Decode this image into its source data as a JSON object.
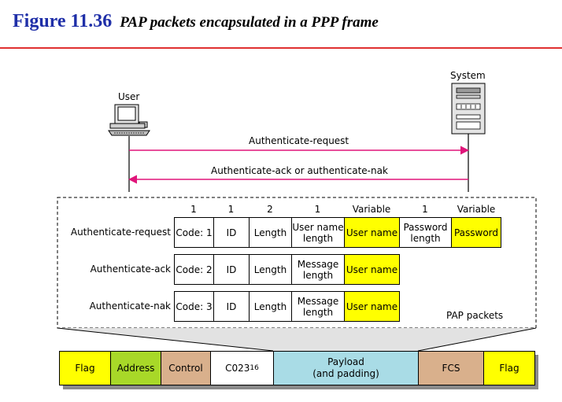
{
  "title": {
    "figure": "Figure 11.36",
    "caption": "PAP packets encapsulated in a PPP frame"
  },
  "endpoints": {
    "user": "User",
    "system": "System"
  },
  "messages": {
    "request": "Authenticate-request",
    "reply": "Authenticate-ack or authenticate-nak"
  },
  "field_sizes": [
    "1",
    "1",
    "2",
    "1",
    "Variable",
    "1",
    "Variable"
  ],
  "packets": [
    {
      "name": "Authenticate-request",
      "fields": [
        "Code: 1",
        "ID",
        "Length",
        "User name\nlength",
        "User name",
        "Password\nlength",
        "Password"
      ]
    },
    {
      "name": "Authenticate-ack",
      "fields": [
        "Code: 2",
        "ID",
        "Length",
        "Message\nlength",
        "User name"
      ]
    },
    {
      "name": "Authenticate-nak",
      "fields": [
        "Code: 3",
        "ID",
        "Length",
        "Message\nlength",
        "User name"
      ]
    }
  ],
  "pap_label": "PAP packets",
  "frame": {
    "flag": "Flag",
    "address": "Address",
    "control": "Control",
    "protocol": "C023",
    "protocol_sub": "16",
    "payload": "Payload\n(and padding)",
    "fcs": "FCS",
    "flag_end": "Flag"
  },
  "colors": {
    "arrow": "#e0157a",
    "title_blue": "#1f2fa8",
    "rule_red": "#e03030",
    "field_yellow": "#ffff00",
    "address_green": "#a8d828",
    "control_tan": "#d9b08c",
    "payload_blue": "#a9dce6"
  }
}
